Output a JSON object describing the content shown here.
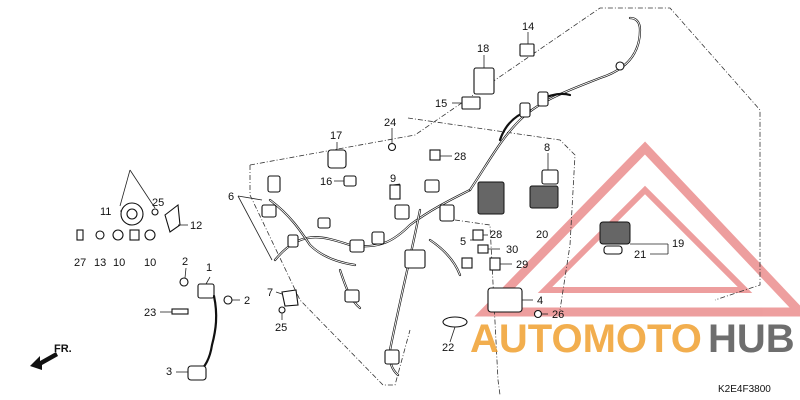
{
  "diagram": {
    "part_labels": {
      "p1": "1",
      "p2a": "2",
      "p2b": "2",
      "p3": "3",
      "p4": "4",
      "p5": "5",
      "p6": "6",
      "p7": "7",
      "p8": "8",
      "p9": "9",
      "p10a": "10",
      "p10b": "10",
      "p11": "11",
      "p12": "12",
      "p13": "13",
      "p14": "14",
      "p15": "15",
      "p16": "16",
      "p17": "17",
      "p18": "18",
      "p19": "19",
      "p20": "20",
      "p21": "21",
      "p22": "22",
      "p23": "23",
      "p24": "24",
      "p25a": "25",
      "p25b": "25",
      "p26": "26",
      "p27": "27",
      "p28a": "28",
      "p28b": "28",
      "p29": "29",
      "p30": "30"
    },
    "direction_label": "FR.",
    "diagram_code": "K2E4F3800"
  },
  "watermark": {
    "text_left": "AUTOMOTO",
    "text_right": "HUB",
    "color_primary": "#f0a030",
    "color_secondary": "#555555",
    "triangle_color": "#e05050"
  }
}
